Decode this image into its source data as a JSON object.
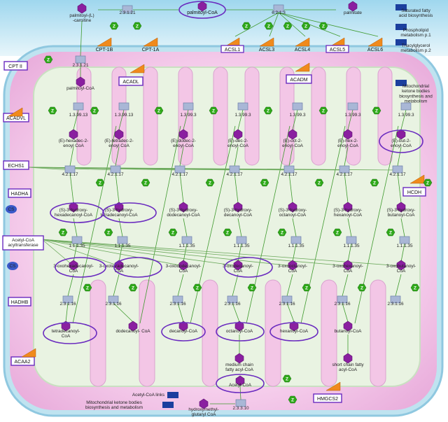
{
  "top": {
    "enzyme_2_3_1_21": "2.3.1.21",
    "enzyme_6_2_1_3": "6.2.1.3",
    "palmitoyl_l_carnitine": [
      "palmitoyl-(L)",
      "-carnitine"
    ],
    "palmitoyl_coa": "palmitoyl-CoA",
    "palmitate": "palmitate",
    "cpt_1b": "CPT-1B",
    "cpt_1a": "CPT-1A",
    "acsl_genes": [
      "ACSL1",
      "ACSL3",
      "ACSL4",
      "ACSL5",
      "ACSL6"
    ]
  },
  "right_links": [
    [
      "Saturated fatty",
      "acid biosynthesis"
    ],
    [
      "Phospholipid",
      "metabolism p.1"
    ],
    [
      "Triacylglycerol",
      "metabolism p.2"
    ],
    [
      "Mitochondrial",
      "ketone bodies",
      "biosynthesis and",
      "metabolism"
    ]
  ],
  "left": {
    "cpt2": "CPT II",
    "enzyme_2_3_1_21b": "2.3.1.21",
    "palmitoyl_coa_mito": "palmitoyl-CoA",
    "acadvl": "ACADVL",
    "echs1": "ECHS1",
    "hadha": "HADHA",
    "acetyl_coa_acyltransferase": [
      "Acetyl-CoA",
      "acyltransferase"
    ],
    "hadhb": "HADHB",
    "acaa2": "ACAA2"
  },
  "genes": {
    "acadl": "ACADL",
    "acadm": "ACADM",
    "hcdh": "HCDH",
    "hmgcs2": "HMGCS2"
  },
  "ec": {
    "acyl_dehydrogenase": "1.3.99.13",
    "acyl_dehydrogenase_short": "1.3.99.3",
    "hydratase": "4.2.1.17",
    "hydroxyacyl_dh": "1.1.1.35",
    "thiolase": "2.3.1.16",
    "hmg_synthase": "2.3.3.10"
  },
  "enoyl": [
    [
      "(E)-hexadec-2-",
      "enoyl CoA"
    ],
    [
      "(E)-tetradec-2-",
      "enoyl CoA"
    ],
    [
      "(E)-dodec-2-",
      "enoyl-CoA"
    ],
    [
      "(E)-dec-2-",
      "enoyl-CoA"
    ],
    [
      "(E)-oct-2-",
      "enoyl-CoA"
    ],
    [
      "(E)-hex-2-",
      "enoyl-CoA"
    ],
    [
      "(E)-but-2-",
      "enoyl-CoA"
    ]
  ],
  "hydroxy": [
    [
      "(S)-3-hydroxy-",
      "hexadecanoyl-CoA"
    ],
    [
      "(S)-3-hydroxy-",
      "tetradecanoyl-CoA"
    ],
    [
      "(S)-3-hydroxy-",
      "dodecanoyl-CoA"
    ],
    [
      "(S)-3-hydroxy-",
      "decanoyl-CoA"
    ],
    [
      "(S)-3-hydroxy-",
      "octanoyl-CoA"
    ],
    [
      "(S)-3-hydroxy-",
      "hexanoyl-CoA"
    ],
    [
      "(S)-3-hydroxy-",
      "butanoyl-CoA"
    ]
  ],
  "oxo": [
    [
      "3-oxohexadecanoyl-",
      "CoA"
    ],
    [
      "3-oxotetradecanoyl-",
      "CoA"
    ],
    [
      "3-oxododecanoyl-",
      "CoA"
    ],
    [
      "3-oxodecanoyl-",
      "CoA"
    ],
    [
      "3-oxooctanoyl-",
      "CoA"
    ],
    [
      "3-oxohexanoyl-",
      "CoA"
    ],
    [
      "3-oxobutanoyl-",
      "CoA"
    ]
  ],
  "acyl": [
    [
      "tetradecanoyl-",
      "CoA"
    ],
    [
      "dodecanoyl- CoA"
    ],
    [
      "decanoyl-CoA"
    ],
    [
      "octanoyl-CoA"
    ],
    [
      "hexanoyl-CoA"
    ],
    [
      "butanoyl-CoA"
    ]
  ],
  "bottom": {
    "medium_chain": [
      "medium chain",
      "fatty acyl-CoA"
    ],
    "short_chain": [
      "short chain fatty",
      "acyl-CoA"
    ],
    "acetyl_coa": "Acetyl-CoA",
    "acetyl_coa_links": "Acetyl-CoA links",
    "ketone_link": [
      "Mitochondrial ketone bodies",
      "biosynthesis and metabolism"
    ],
    "hmg_coa": [
      "hydroxymethyl-",
      "glutaryl CoA"
    ]
  },
  "symbols": {
    "z_badge": "Z",
    "cs_badge": "CS"
  },
  "colors": {
    "membrane_outer": "#f2bde4",
    "membrane_inner": "#e3f0dc",
    "cytosol_top": "#cfe9f3",
    "metabolite": "#8a1fa0",
    "enzyme_box": "#a9b7d6",
    "z_badge": "#2fa91a",
    "highlight": "#6a2bbf",
    "edge": "#3f9a2e",
    "gene_orange": "#f08a1c",
    "link_box": "#1b3f9e"
  }
}
